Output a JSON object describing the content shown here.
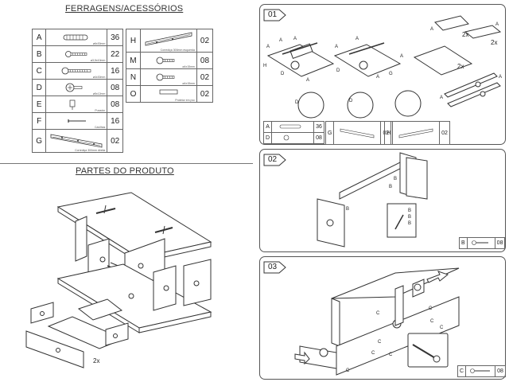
{
  "sections": {
    "hardware_title": "FERRAGENS/ACESSÓRIOS",
    "parts_title": "PARTES DO PRODUTO"
  },
  "hardware": [
    {
      "letter": "A",
      "qty": "36",
      "caption": "ø6x30mm",
      "icon": "dowel-icon"
    },
    {
      "letter": "B",
      "qty": "22",
      "caption": "ø3,5x10mm",
      "icon": "screw-icon"
    },
    {
      "letter": "C",
      "qty": "16",
      "caption": "ø4x30mm",
      "icon": "screw-icon"
    },
    {
      "letter": "D",
      "qty": "08",
      "caption": "ø5x12mm",
      "icon": "cam-lock-icon"
    },
    {
      "letter": "E",
      "qty": "08",
      "caption": "Puxador",
      "icon": "handle-screw-icon"
    },
    {
      "letter": "F",
      "qty": "16",
      "caption": "Cavilhas",
      "icon": "nail-icon"
    },
    {
      "letter": "G",
      "qty": "02",
      "caption": "Corrediça 300mm direita",
      "icon": "slide-rail-icon"
    },
    {
      "letter": "H",
      "qty": "02",
      "caption": "Corrediça 300mm esquerda",
      "icon": "slide-rail-icon"
    },
    {
      "letter": "M",
      "qty": "08",
      "caption": "ø4x15mm",
      "icon": "screw-icon"
    },
    {
      "letter": "N",
      "qty": "02",
      "caption": "ø4x15mm",
      "icon": "screw-icon"
    },
    {
      "letter": "O",
      "qty": "02",
      "caption": "Protetor em pvc",
      "icon": "pvc-protector-icon"
    }
  ],
  "parts_qty": "2x",
  "steps": {
    "s1": {
      "number": "01",
      "qty_a": "2x",
      "qty_b": "2x",
      "qty_c": "2x",
      "hardware": [
        {
          "letter": "A",
          "qty": "36"
        },
        {
          "letter": "D",
          "qty": "08"
        },
        {
          "letter": "G",
          "qty": "02"
        },
        {
          "letter": "H",
          "qty": "02"
        }
      ]
    },
    "s2": {
      "number": "02",
      "hardware": [
        {
          "letter": "B",
          "qty": "08"
        }
      ]
    },
    "s3": {
      "number": "03",
      "hardware": [
        {
          "letter": "C",
          "qty": "08"
        }
      ]
    }
  }
}
